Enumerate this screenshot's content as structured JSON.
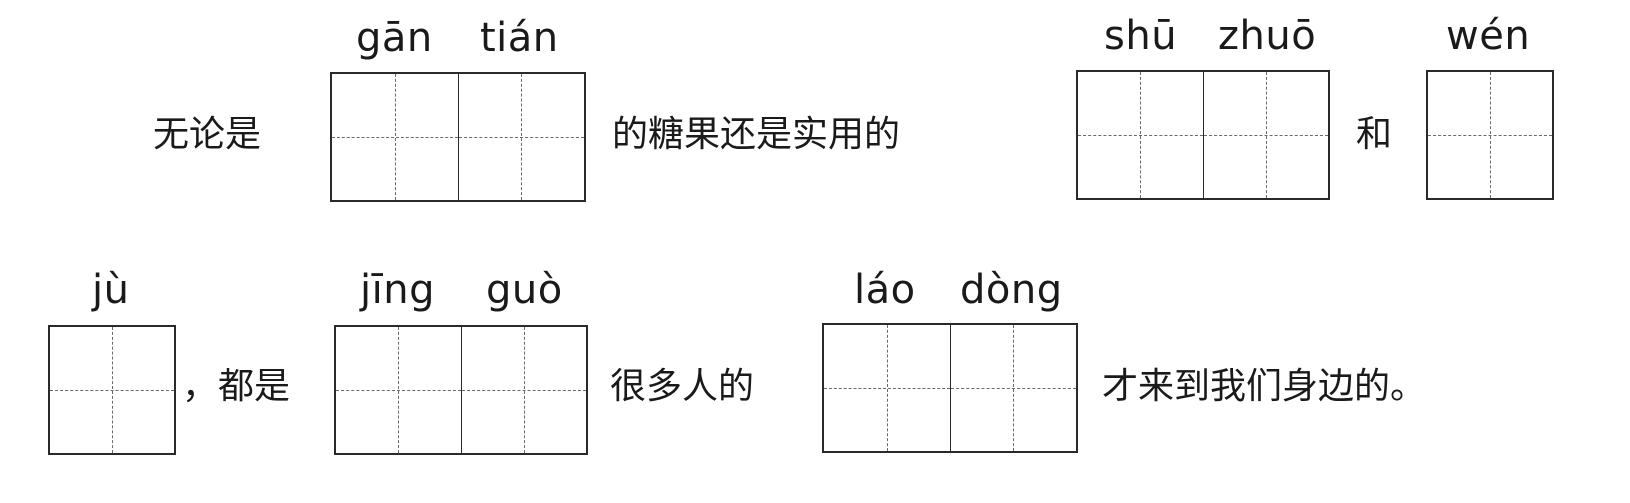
{
  "line1": {
    "text_a": "无论是",
    "blank_1": {
      "pinyin_1": "gān",
      "pinyin_2": "tián"
    },
    "text_b": "的糖果还是实用的",
    "blank_2": {
      "pinyin_1": "shū",
      "pinyin_2": "zhuō"
    },
    "text_c": "和",
    "blank_3": {
      "pinyin_1": "wén"
    }
  },
  "line2": {
    "blank_4": {
      "pinyin_1": "jù"
    },
    "text_d": "，都是",
    "blank_5": {
      "pinyin_1": "jīng",
      "pinyin_2": "guò"
    },
    "text_e": "很多人的",
    "blank_6": {
      "pinyin_1": "láo",
      "pinyin_2": "dòng"
    },
    "text_f": "才来到我们身边的。"
  }
}
